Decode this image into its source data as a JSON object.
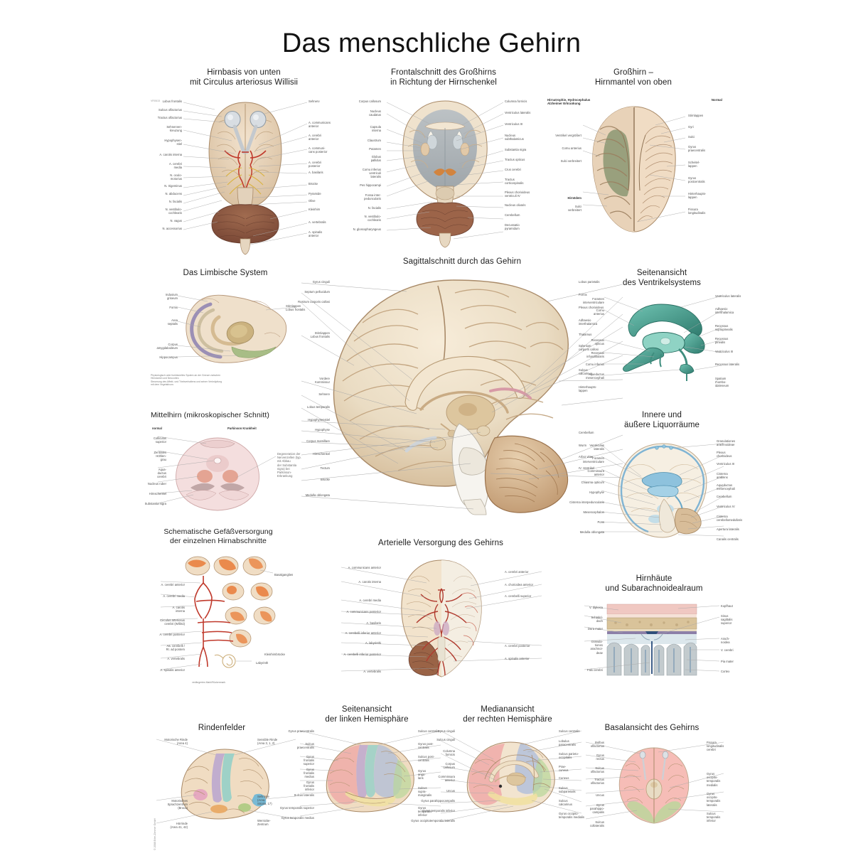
{
  "poster": {
    "title": "Das menschliche Gehirn",
    "corner_code": "VR0615",
    "copyright": "© 2008 Erler-Zimmer GmbH"
  },
  "panels": {
    "hirnbasis": {
      "title_line1": "Hirnbasis von unten",
      "title_line2": "mit Circulus arteriosus Willisii",
      "labels_left": [
        "Lobus frontalis",
        "Sulcus olfactorius",
        "Tractus olfactorius",
        "Sehnerven-\nkreuzung",
        "Hypophysen-\nstiel",
        "A. carotis interna",
        "A. cerebri\nmedia",
        "N. oculo-\nmotorius",
        "N. trigeminus",
        "N. abducens",
        "N. facialis",
        "N. vestibulo-\ncochlearis",
        "N. vagus",
        "N. accessorius"
      ],
      "labels_right": [
        "Sehnerv",
        "A. communicans\nanterior",
        "A. cerebri\nanterior",
        "A. communi-\ncans posterior",
        "A. cerebri\nposterior",
        "A. basilaris",
        "Brücke",
        "Pyramide",
        "Olive",
        "Kleinhirn",
        "A. vertebralis",
        "A. spinalis\nanterior"
      ]
    },
    "frontalschnitt": {
      "title_line1": "Frontalschnitt des Großhirns",
      "title_line2": "in Richtung der Hirnschenkel",
      "labels_left": [
        "Corpus callosum",
        "Nucleus\ncaudatus",
        "Capsula\ninterna",
        "Claustrum",
        "Putamen",
        "Globus\npallidus",
        "Cornu inferius\nventriculi\nlateralis",
        "Pes hippocampi",
        "Fossa inter-\npeduncularis",
        "N. facialis",
        "N. vestibulo-\ncochlearis",
        "N. glossopharyngeus"
      ],
      "labels_right": [
        "Columna fornicis",
        "Ventriculus lateralis",
        "Ventriculus III",
        "Nucleus\nsubthalamicus",
        "Substantia nigra",
        "Tractus opticus",
        "Crus cerebri",
        "Tractus\ncorticospinalis",
        "Plexus chorioideus\nventriculi IV",
        "Nucleus olivaris",
        "Cerebellum",
        "Decussatio\npyramidum"
      ]
    },
    "grosshirn_oben": {
      "title_line1": "Großhirn –",
      "title_line2": "Hirnmantel von oben",
      "left_heading": "Hirnatrophie, Hydrocephalus\nAlzheimer Erkrankung",
      "right_heading": "Normal",
      "labels_left": [
        "Ventrikel vergrößert",
        "Cornu anterius",
        "Sulci verbreitert",
        "Hirnödem",
        "Sulci\nverbreitert"
      ],
      "labels_right": [
        "Stirnlappen",
        "Gyri",
        "Sulci",
        "Gyrus\npraecentralis",
        "Scheitel-\nlappen",
        "Gyrus\npostcentralis",
        "Hinterhaupts-\nlappen",
        "Fissura\nlongitudinalis"
      ]
    },
    "limbisch": {
      "title": "Das Limbische System",
      "labels_left": [
        "Indusium\ngriseum",
        "Fornix",
        "Area\nseptalis",
        "Corpus\namygdaloideum",
        "Hippocampus"
      ],
      "labels_right": [
        "Stirnlappen\nLobus frontalis"
      ],
      "footnote": "Physiologisch oder funktionelles System an der Grenze zwischen\nHirnstamm und Neocortex.\nSteuerung des Affekt- und Triebverhaltens und seiner Verknüpfung\nmit dem Vegetativum."
    },
    "sagittal": {
      "title": "Sagittalschnitt durch das Gehirn",
      "labels_left": [
        "Gyrus cinguli",
        "Septum pellucidum",
        "Rostrum corporis callosi",
        "Stirnlappen\nLobus frontalis",
        "Vordere\nKommissur",
        "Sehnerv",
        "Lobus temporalis",
        "Hypophysenstiel",
        "Hypophyse",
        "Corpus mamillare",
        "Hirnschenkel",
        "Tectum",
        "Brücke",
        "Medulla oblongata"
      ],
      "labels_right": [
        "Lobus parietalis",
        "Fornix",
        "Plexus chorioideus",
        "Adhaesio\ninterthalamica",
        "Thalamus",
        "Splenium\ncorporis callosi",
        "Sulcus\ncalcarinus",
        "Hinterhaupts-\nlappen",
        "Cerebellum",
        "Wurm",
        "Arbor vitae",
        "IV. Ventrikel"
      ]
    },
    "ventrikel": {
      "title_line1": "Seitenansicht",
      "title_line2": "des Ventrikelsystems",
      "labels_left": [
        "Foramen\ninterventriculare",
        "Cornu\nanterius",
        "Recessus\nopticus",
        "Recessus\ninfundibularis",
        "Cornu inferius",
        "Aqueductus\nmesencephali"
      ],
      "labels_right": [
        "Ventriculus lateralis",
        "Adhaesio\ninterthalamica",
        "Recessus\nsuprapinealis",
        "Recessus\npinealis",
        "Ventriculus III",
        "Recessus lateralis",
        "Spatium\nrhombo-\nidaleneum"
      ]
    },
    "mittelhirn": {
      "title": "Mittelhirn (mikroskopischer Schnitt)",
      "sub_left": "normal",
      "sub_right": "Parkinson Krankheit",
      "labels_left": [
        "Colliculus\nsuperior",
        "Zentrales\nHöhlen-\ngrau",
        "Aqua-\nductus\ncerebri",
        "Nucleus ruber",
        "Hirnschenkel",
        "Substantia nigra"
      ],
      "labels_right": [
        "Degeneration der\nNervenzellen (typ.\nmit Abbau\nder Substantia\nnigra) bei\nParkinson-\nErkrankung"
      ]
    },
    "liquor": {
      "title_line1": "Innere und",
      "title_line2": "äußere Liquorräume",
      "labels_left": [
        "Ventriculus\nlateralis",
        "Foramen\ninterventriculare",
        "Commissura\nanterior",
        "Chiasma opticum",
        "Hypophyse",
        "Cisterna interpeduncularis",
        "Mesencephalon",
        "Pons",
        "Medulla oblongata"
      ],
      "labels_right": [
        "Granulationes\narachnoideae",
        "Plexus\nchorioideus",
        "Ventriculus III",
        "Cisterna\nambiens",
        "Aqueductus\nmesencephali",
        "Cerebellum",
        "Ventriculus IV",
        "Cisterna\ncerebellomedullaris",
        "Apertura lateralis",
        "Canalis centralis"
      ]
    },
    "gefaess": {
      "title_line1": "Schematische Gefäßversorgung",
      "title_line2": "der einzelnen Hirnabschnitte",
      "labels_left": [
        "A. cerebri anterior",
        "A. cerebri media",
        "A. carotis\ninterna",
        "Circulus arteriosus\ncerebri (Willisii)",
        "A. cerebri posterior",
        "Aa. cerebelli /\nRr. ad pontem",
        "A. vertebralis",
        "A. spinalis anterior"
      ],
      "labels_right": [
        "Basalganglien",
        "Kleinhirnbrücke",
        "Labyrinth"
      ],
      "footnote": "verlängertes Mark/Rückenmark"
    },
    "arteriell": {
      "title": "Arterielle Versorgung des Gehirns",
      "labels_left": [
        "A. communicans anterior",
        "A. carotis interna",
        "A. cerebri media",
        "A. communicans posterior",
        "A. basilaris",
        "A. cerebelli inferior anterior",
        "A. labyrinthi",
        "A. cerebelli inferior posterior",
        "A. vertebralis"
      ],
      "labels_right": [
        "A. cerebri anterior",
        "A. chorioidea anterior",
        "A. cerebelli superior",
        "A. cerebri posterior",
        "A. spinalis anterior"
      ]
    },
    "hirnhaeute": {
      "title_line1": "Hirnhäute",
      "title_line2": "und Subarachnoidealraum",
      "labels_left": [
        "V. diploica",
        "Schädel-\ndach",
        "Dura mater",
        "Granula-\ntiones\narachnoi-\ndeae",
        "Falx cerebri"
      ],
      "labels_right": [
        "Kopfhaut",
        "Sinus\nsagittalis\nsuperior",
        "Arach-\nnoidea",
        "V. cerebri",
        "Pia mater",
        "Cortex"
      ]
    },
    "rindenfelder": {
      "title": "Rindenfelder",
      "labels_left": [
        "Motorische Rinde\n(Area 4)",
        "Motorisches\nSprachzentrum\n(Broca)",
        "Hörrinde\n(Area 41, 42)"
      ],
      "labels_right": [
        "Sensible Rinde\n(Area 3, 1, 2)",
        "Sehrinde\n(Area\nStriata, 17)",
        "Wernicke-\nZentrum"
      ]
    },
    "links_hemi": {
      "title_line1": "Seitenansicht",
      "title_line2": "der linken Hemisphäre",
      "labels_left": [
        "Gyrus praecentralis",
        "Sulcus\npraecentralis",
        "Gyrus\nfrontalis\nsuperior",
        "Gyrus\nfrontalis\nmedius",
        "Gyrus\nfrontalis\ninferior",
        "Sulcus lateralis",
        "Gyrus temporalis superior",
        "Gyrus temporalis medius"
      ],
      "labels_right": [
        "Sulcus centralis",
        "Gyrus post-\ncentralis",
        "Sulcus post-\ncentralis",
        "Gyrus\nangu-\nlaris",
        "Sulcus\nsupra-\nmarginalis",
        "Gyrus\ntemporalis\ninferior"
      ]
    },
    "rechts_hemi": {
      "title_line1": "Medianansicht",
      "title_line2": "der rechten Hemisphäre",
      "labels_left": [
        "Gyrus cinguli",
        "Sulcus cinguli",
        "Columna\nfornicis",
        "Corpus\ncallosum",
        "Commissura\nanterior",
        "Uncus",
        "Gyrus parahippocampalis",
        "Gyrus temporalis inferior",
        "Gyrus occipitotemporalis lateralis"
      ],
      "labels_right": [
        "Sulcus centralis",
        "Lobulus\nparacentralis",
        "Sulcus parieto-\noccipitalis",
        "Prae-\ncuneus",
        "Cuneus",
        "Sulcus\nsubparietalis",
        "Sulcus\ncalcarinus",
        "Gyrus occipito-\ntemporalis medialis"
      ]
    },
    "basal": {
      "title": "Basalansicht des Gehirns",
      "labels_left": [
        "Bulbus\nolfactorius",
        "Gyrus\nrectus",
        "Sulcus\nolfactorius",
        "Tractus\nolfactorius",
        "Uncus",
        "Gyrus\nparahippo-\ncampalis",
        "Sulcus\ncollateralis"
      ],
      "labels_right": [
        "Fissura\nlongitudinalis\ncerebri",
        "Gyrus\noccipito-\ntemporalis\nmedialis",
        "Gyrus\noccipito-\ntemporalis\nlateralis",
        "Sulcus\ntemporalis\ninferior"
      ]
    }
  },
  "colors": {
    "brain_tan": "#e8d5bc",
    "brain_shadow": "#c9ad8c",
    "cerebellum": "#8d5a44",
    "artery_red": "#c0392b",
    "ventricle_teal": "#4a9b8e",
    "liquor_blue": "#6aa8c8",
    "lobe_frontal": "#efa3a3",
    "lobe_parietal": "#9fb5de",
    "lobe_occipital": "#b9d79a",
    "lobe_temporal": "#f0e0a0",
    "gray_matter": "#9aa3a8",
    "dura_purple": "#8c7fa8",
    "bone_tan": "#d9c39a",
    "skin_pink": "#f0c8c2",
    "alzheimer_green": "#7f8f6a"
  }
}
